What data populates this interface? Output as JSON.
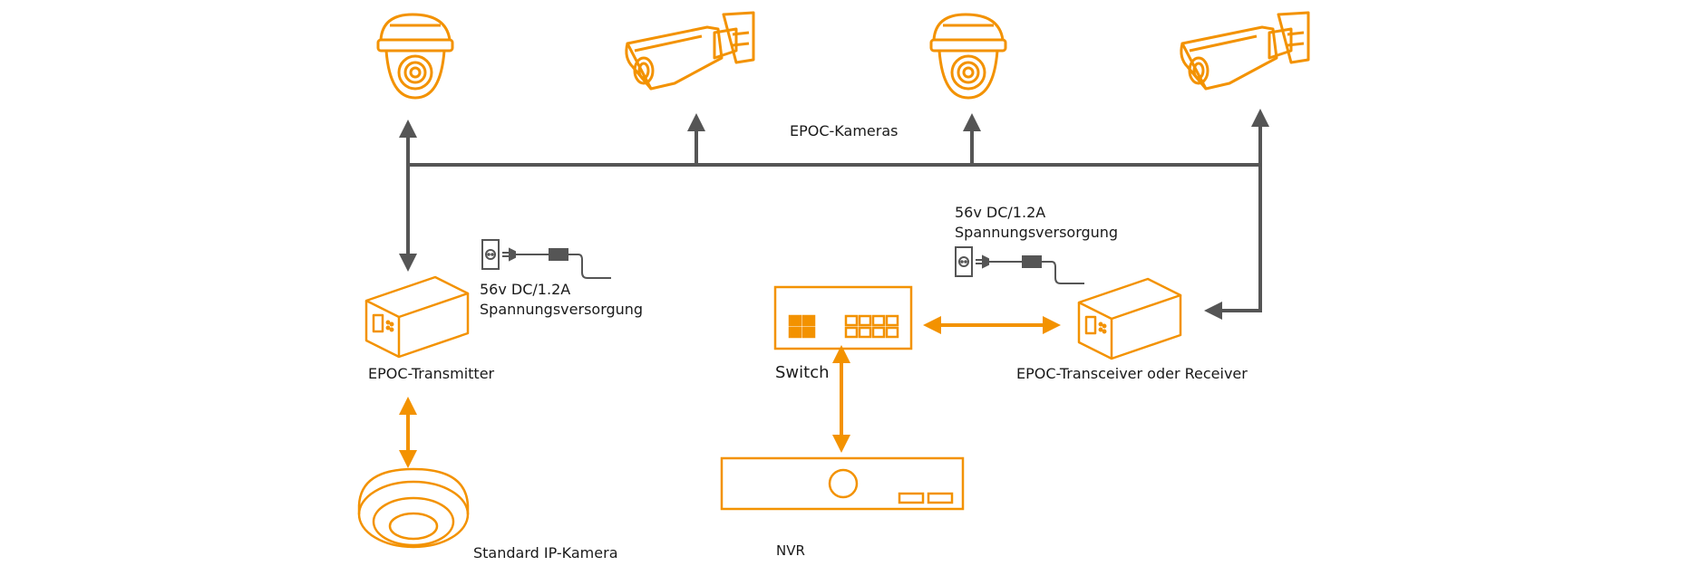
{
  "colors": {
    "orange": "#F39200",
    "gray_line": "#555555",
    "text": "#1a1a1a"
  },
  "labels": {
    "epoc_cameras": "EPOC-Kameras",
    "power_right_line1": "56v DC/1.2A",
    "power_right_line2": "Spannungsversorgung",
    "power_left_line1": "56v DC/1.2A",
    "power_left_line2": "Spannungsversorgung",
    "epoc_transmitter": "EPOC-Transmitter",
    "switch": "Switch",
    "epoc_transceiver": "EPOC-Transceiver oder Receiver",
    "nvr": "NVR",
    "standard_ip_camera": "Standard IP-Kamera"
  },
  "icons": {
    "camera_1": "dome-camera-icon",
    "camera_2": "bullet-camera-icon",
    "camera_3": "dome-camera-icon",
    "camera_4": "bullet-camera-icon",
    "power_left": "power-adapter-icon",
    "power_right": "power-adapter-icon",
    "transmitter": "transmitter-box-icon",
    "switch": "network-switch-icon",
    "transceiver": "transceiver-box-icon",
    "nvr": "nvr-recorder-icon",
    "ip_camera": "fisheye-camera-icon"
  }
}
